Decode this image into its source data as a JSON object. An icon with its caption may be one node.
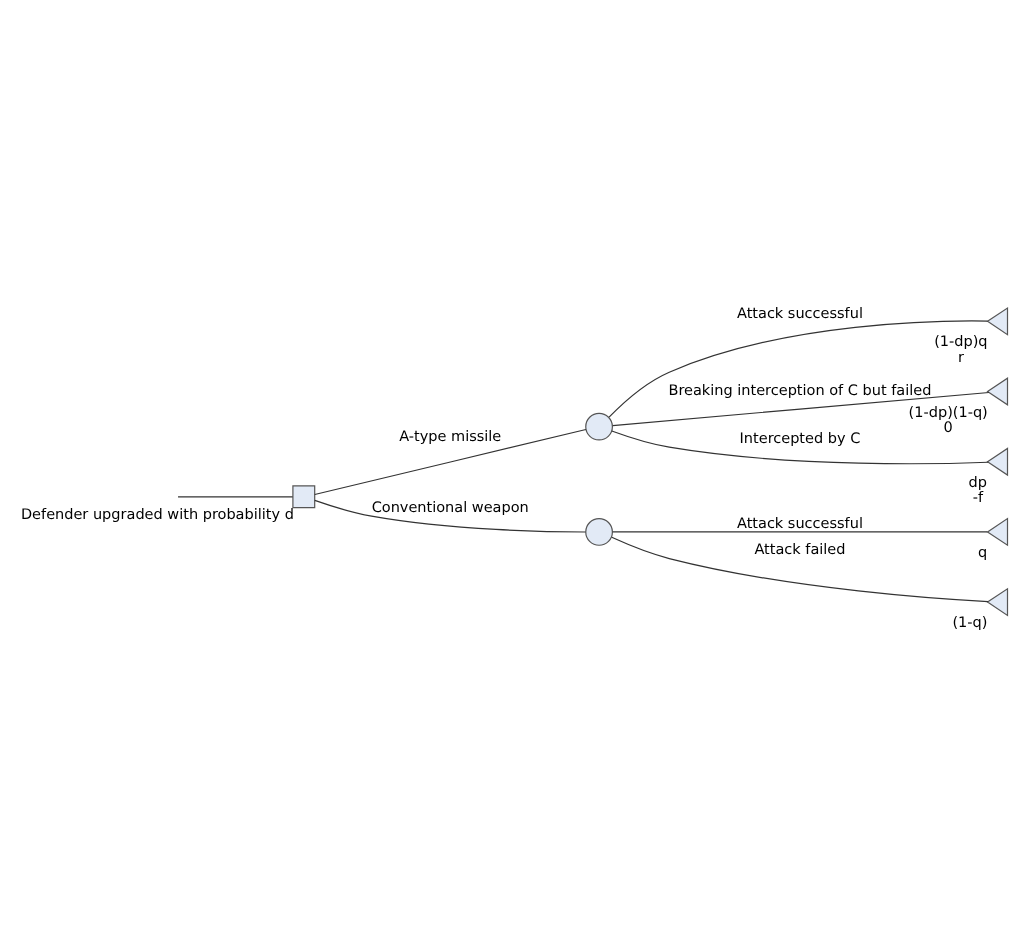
{
  "diagram": {
    "nodes": [
      {
        "text": [],
        "shape": "box",
        "beside": [
          "Defender upgraded with probability d"
        ]
      },
      {
        "text": [],
        "shape": "circle"
      },
      {
        "text": [],
        "shape": "circle"
      },
      {
        "text": [],
        "shape": "triangle",
        "beside": [
          "(1-dp)q",
          "r"
        ]
      },
      {
        "text": [],
        "shape": "triangle",
        "beside": [
          "(1-dp)(1-q)",
          "0"
        ]
      },
      {
        "text": [],
        "shape": "triangle",
        "beside": [
          "dp",
          "-f"
        ]
      },
      {
        "text": [],
        "shape": "triangle",
        "beside": [
          "q"
        ]
      },
      {
        "text": [],
        "shape": "triangle",
        "beside": [
          "(1-q)"
        ]
      }
    ],
    "edges": [
      {
        "from": null,
        "to": 0,
        "arrow": "none"
      },
      {
        "from": 0,
        "to": 1,
        "arrow": "none",
        "label": "A-type missile"
      },
      {
        "from": 0,
        "to": 2,
        "arrow": "none",
        "label": "Conventional weapon"
      },
      {
        "from": 1,
        "to": 3,
        "arrow": "none",
        "label": "Attack successful"
      },
      {
        "from": 1,
        "to": 4,
        "arrow": "none",
        "label": "Breaking interception of C but failed"
      },
      {
        "from": 1,
        "to": 5,
        "arrow": "none",
        "label": "Intercepted by C"
      },
      {
        "from": 2,
        "to": 6,
        "arrow": "none",
        "label": "Attack successful"
      },
      {
        "from": 2,
        "to": 7,
        "arrow": "none",
        "label": "Attack failed"
      }
    ]
  }
}
